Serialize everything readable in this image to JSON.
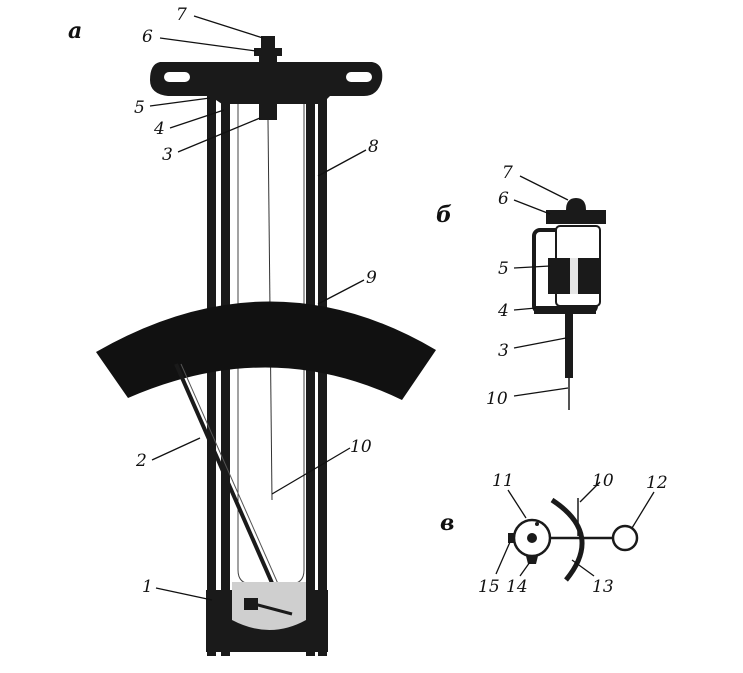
{
  "panels": {
    "a": "а",
    "b": "б",
    "v": "в"
  },
  "labels_a": [
    "1",
    "2",
    "3",
    "4",
    "5",
    "6",
    "7",
    "8",
    "9",
    "10"
  ],
  "labels_b": [
    "7",
    "6",
    "5",
    "4",
    "3",
    "10"
  ],
  "labels_v": [
    "11",
    "10",
    "12",
    "15",
    "14",
    "13"
  ],
  "colors": {
    "ink": "#111111",
    "frame": "#1a1a1a",
    "background": "#ffffff"
  }
}
